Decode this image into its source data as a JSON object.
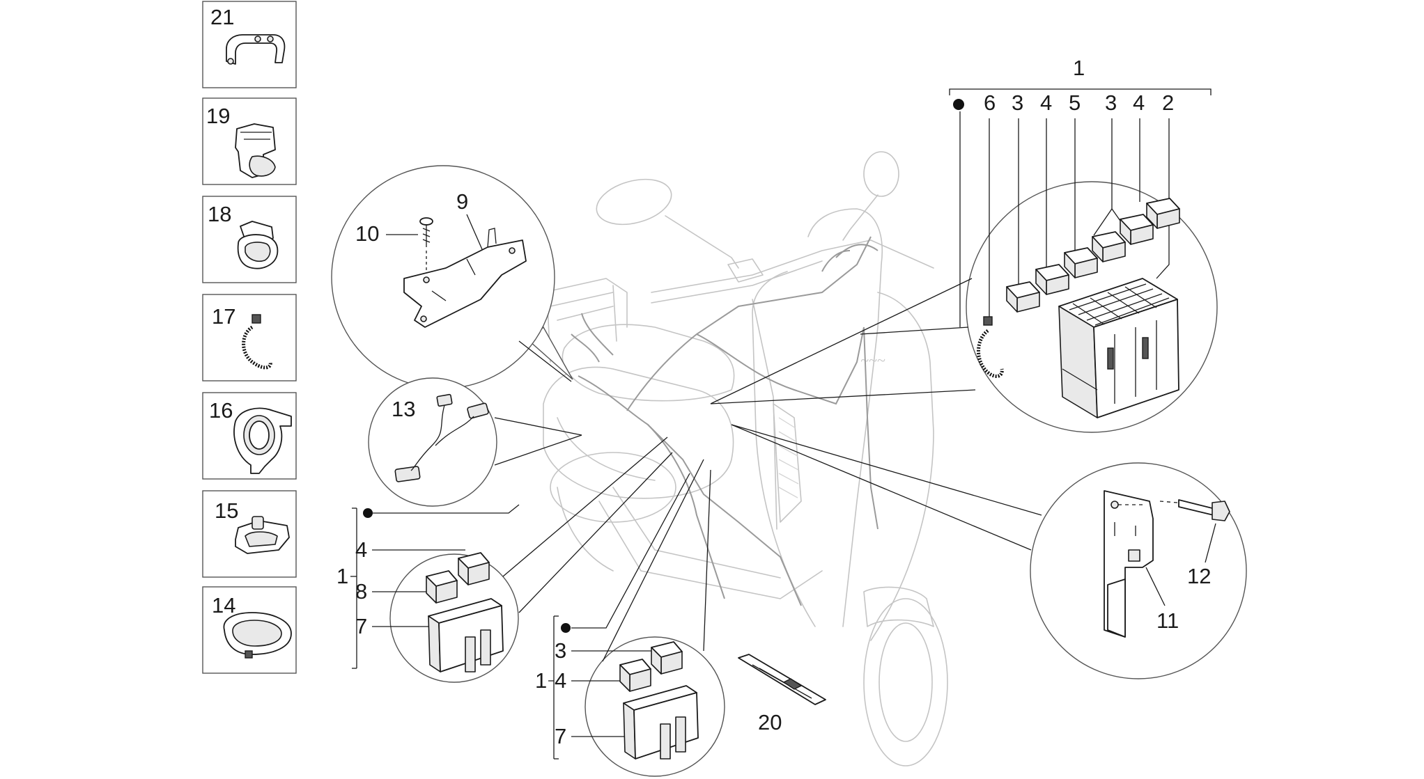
{
  "callouts": {
    "cutout_labels": [
      "21",
      "19",
      "18",
      "17",
      "16",
      "15",
      "14"
    ],
    "bracket_circle": [
      "10",
      "9"
    ],
    "sensor_circle": [
      "13"
    ],
    "fuse_box_main": [
      "1",
      "6",
      "3",
      "4",
      "5",
      "3",
      "4",
      "2"
    ],
    "fuse_box_left": [
      "1",
      "4",
      "8",
      "7"
    ],
    "fuse_box_bottom": [
      "1",
      "3",
      "4",
      "7"
    ],
    "plate_circle": [
      "12",
      "11"
    ],
    "strip": [
      "20"
    ]
  }
}
